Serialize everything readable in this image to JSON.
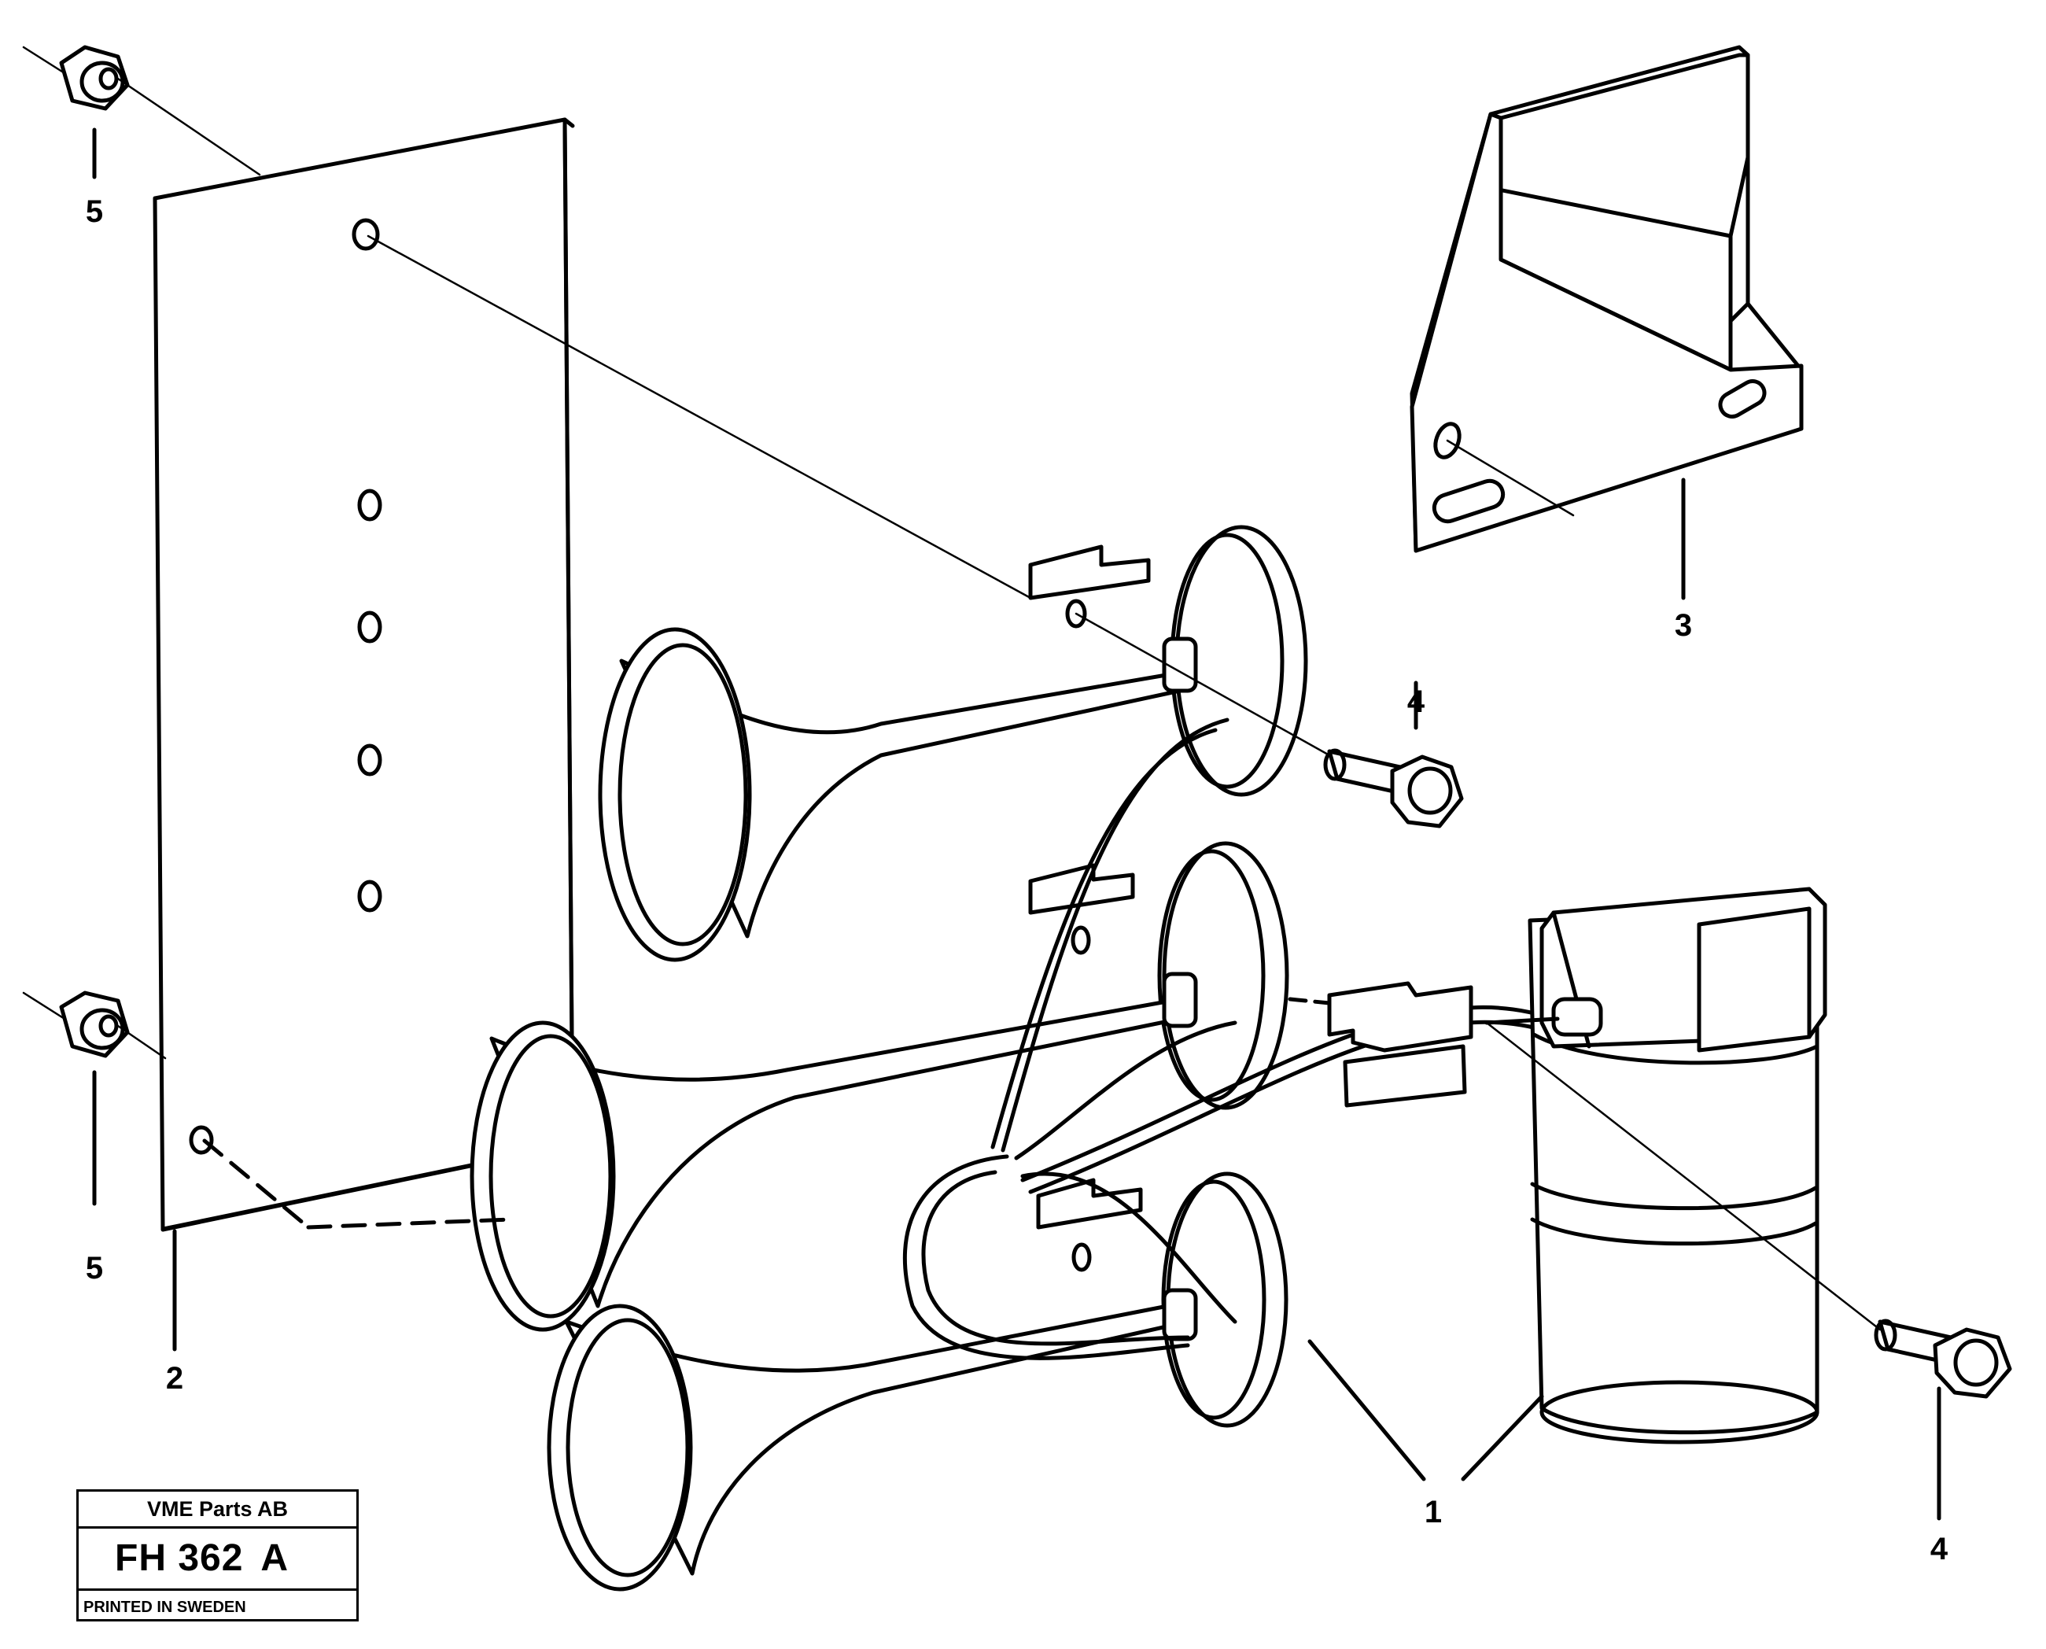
{
  "callouts": [
    {
      "id": "c1",
      "label": "1"
    },
    {
      "id": "c2",
      "label": "2"
    },
    {
      "id": "c3",
      "label": "3"
    },
    {
      "id": "c4a",
      "label": "4"
    },
    {
      "id": "c4b",
      "label": "4"
    },
    {
      "id": "c5a",
      "label": "5"
    },
    {
      "id": "c5b",
      "label": "5"
    }
  ],
  "title_block": {
    "company": "VME Parts AB",
    "code": "FH 362",
    "revision": "A",
    "printed": "PRINTED IN SWEDEN"
  }
}
